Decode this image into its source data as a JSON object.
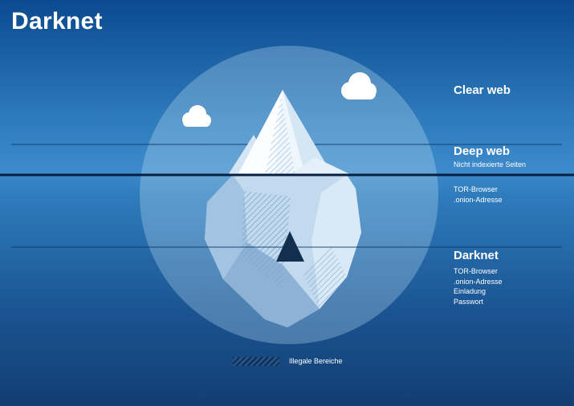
{
  "title": "Darknet",
  "sections": {
    "clear_web": {
      "label": "Clear web"
    },
    "deep_web": {
      "label": "Deep web",
      "subtitle": "Nicht indexierte Seiten",
      "items": [
        "TOR-Browser",
        ".onion-Adresse"
      ]
    },
    "darknet": {
      "label": "Darknet",
      "items": [
        "TOR-Browser",
        ".onion-Adresse",
        "Einladung",
        "Passwort"
      ]
    }
  },
  "legend": {
    "label": "Illegale Bereiche"
  },
  "colors": {
    "background_top": "#0b4a8f",
    "background_mid": "#3d8acb",
    "background_bottom": "#123d72",
    "circle": "#bcdcf3",
    "iceberg_light": "#fbfdff",
    "iceberg_shadow": "#8db2d6",
    "waterline": "#07203f",
    "divider_line": "#0f3a68",
    "cave": "#122f4f",
    "text": "#ffffff"
  }
}
